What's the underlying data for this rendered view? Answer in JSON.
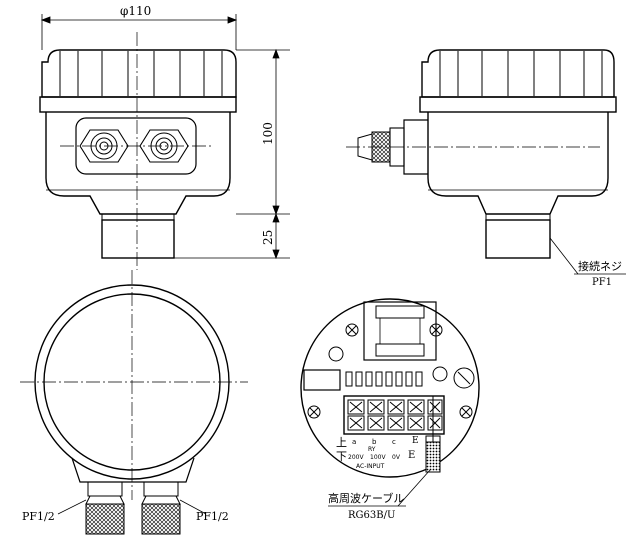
{
  "dimensions": {
    "diameter": "φ110",
    "height_body": "100",
    "height_thread": "25"
  },
  "callouts": {
    "connection_screw": "接続ネジ",
    "connection_screw_size": "PF1",
    "gland_left": "PF1/2",
    "gland_right": "PF1/2",
    "cable_label": "高周波ケーブル",
    "cable_type": "RG63B/U"
  },
  "board": {
    "upper_label": "上",
    "lower_label": "下",
    "terminal_letters": [
      "a",
      "b",
      "c"
    ],
    "ry_label": "RY",
    "voltage_200": "200V",
    "voltage_100": "100V",
    "voltage_0": "0V",
    "input_label": "AC-INPUT",
    "ground_label": "E",
    "e_label": "E"
  },
  "colors": {
    "line": "#000000",
    "background": "#ffffff"
  }
}
